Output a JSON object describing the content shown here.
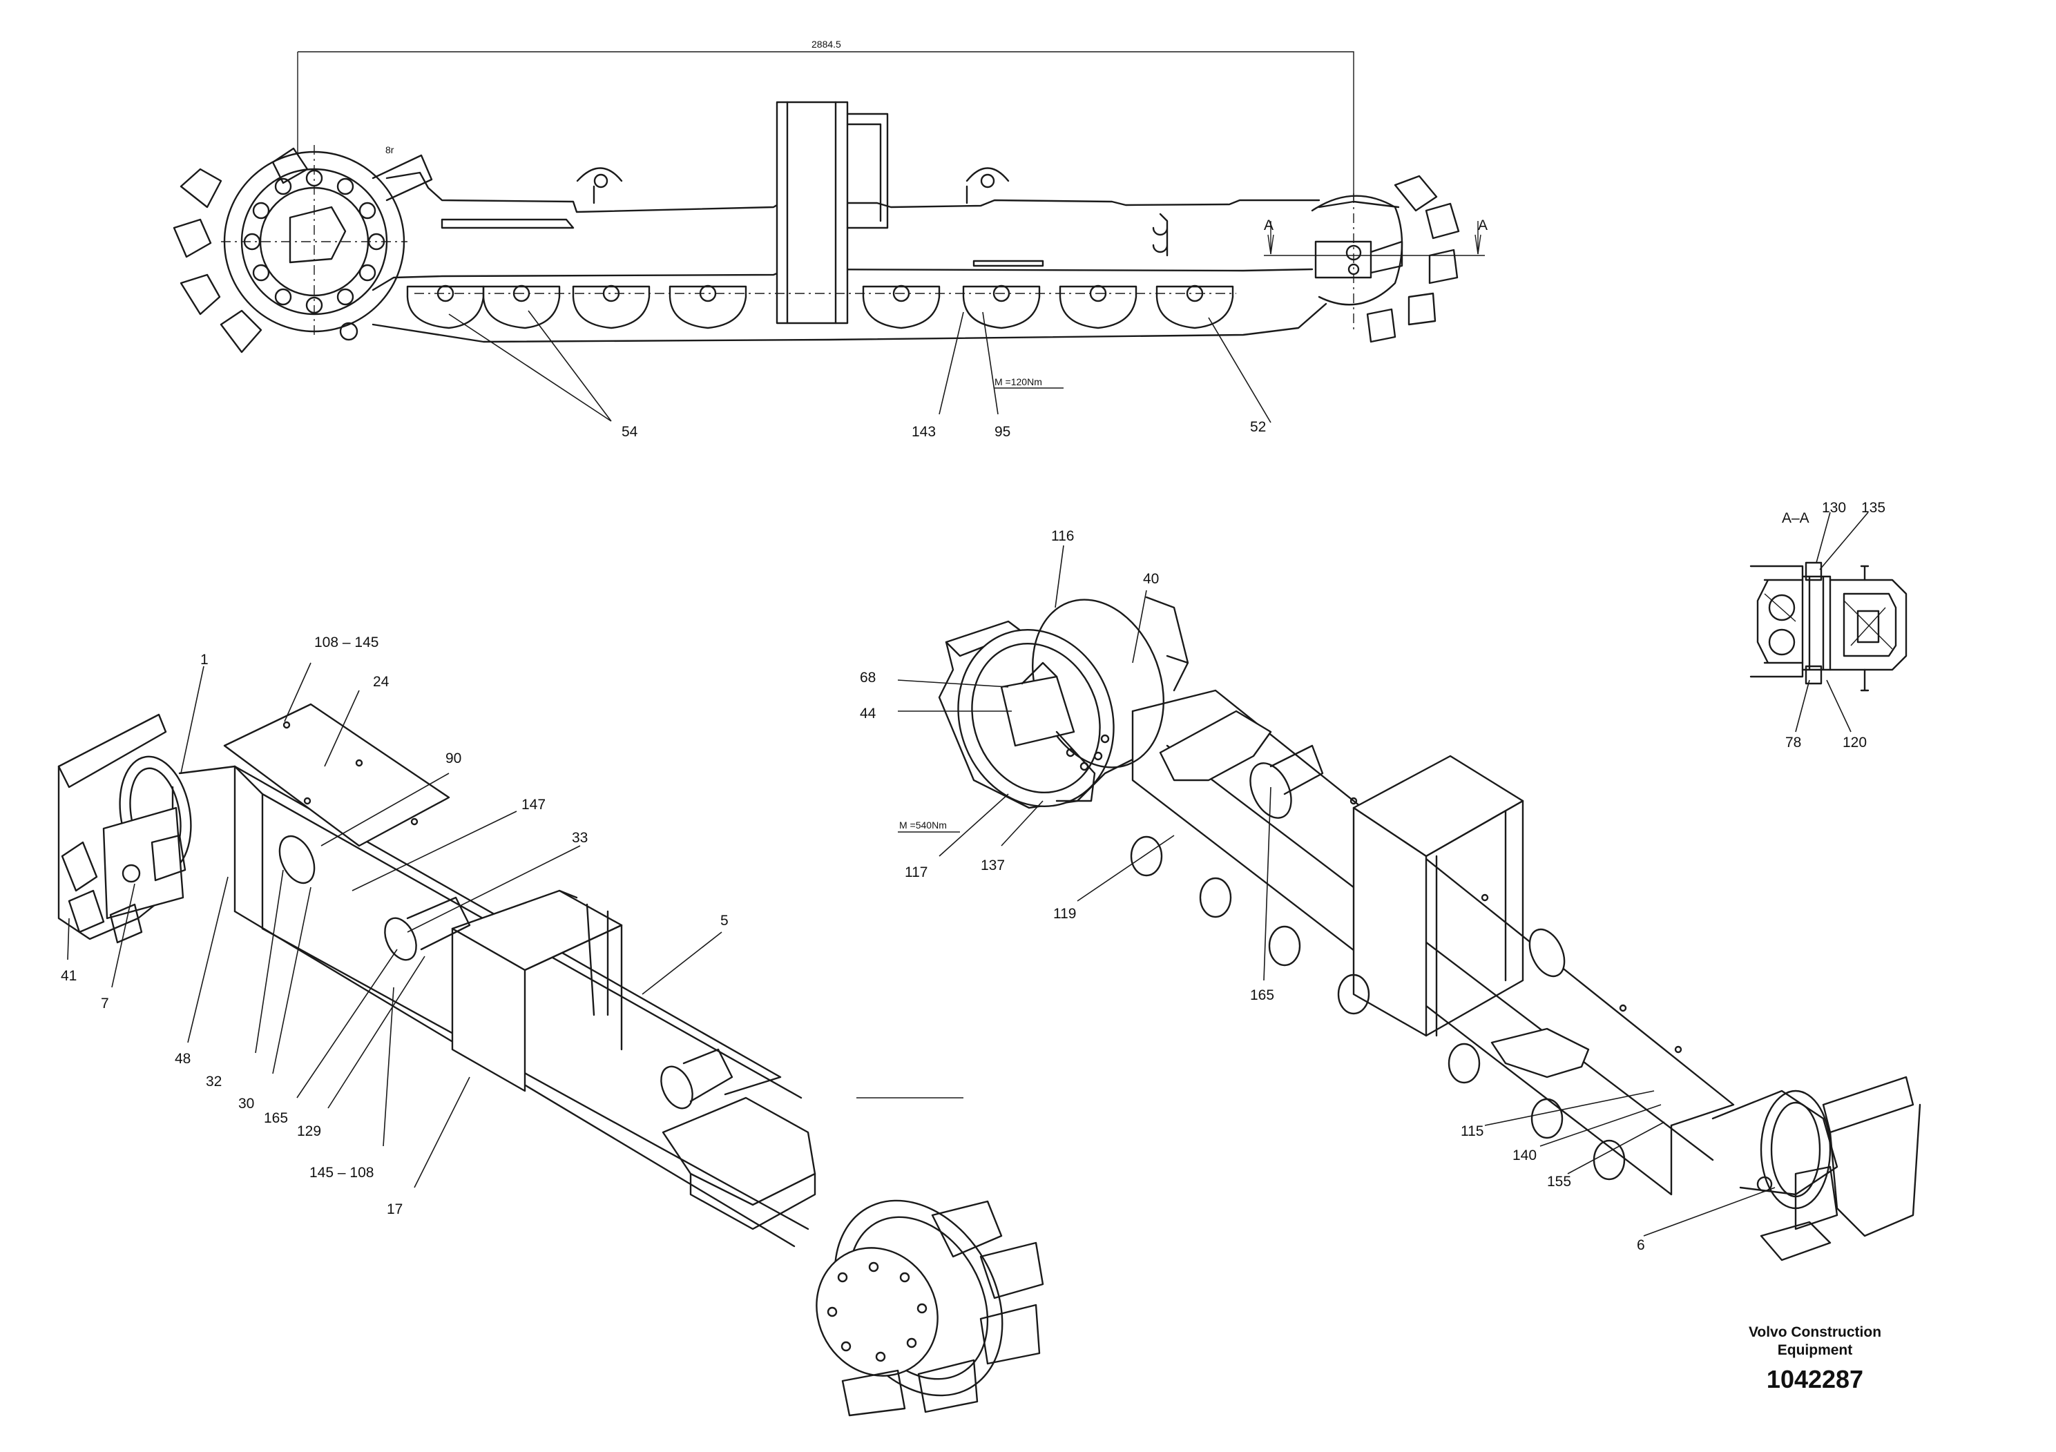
{
  "drawing": {
    "top_view": {
      "dimension_text": "2884.5",
      "section_marks": [
        "A",
        "A"
      ],
      "torque": "M =120Nm",
      "callouts": [
        "54",
        "143",
        "95",
        "52"
      ]
    },
    "left_iso": {
      "callouts": [
        "1",
        "108 – 145",
        "24",
        "90",
        "147",
        "33",
        "5",
        "41",
        "7",
        "48",
        "32",
        "30",
        "165",
        "129",
        "145 – 108",
        "17"
      ]
    },
    "right_iso": {
      "torque": "M =540Nm",
      "callouts": [
        "116",
        "40",
        "68",
        "44",
        "117",
        "137",
        "119",
        "165",
        "115",
        "140",
        "155",
        "6"
      ]
    },
    "section_aa": {
      "title": "A–A",
      "callouts": [
        "130",
        "135",
        "78",
        "120"
      ]
    }
  },
  "footer": {
    "brand_line1": "Volvo Construction",
    "brand_line2": "Equipment",
    "part_number": "1042287"
  }
}
